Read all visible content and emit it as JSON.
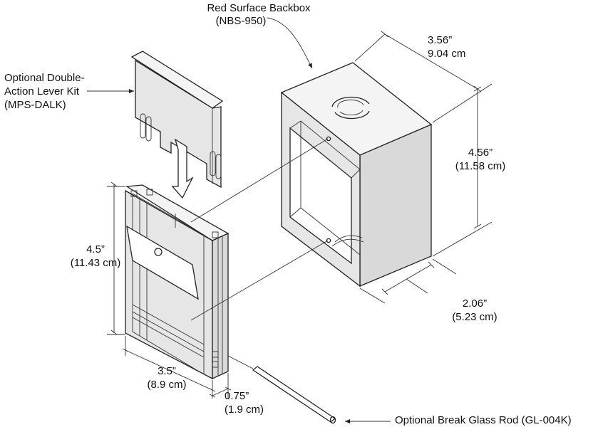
{
  "labels": {
    "backbox_name": "Red Surface Backbox",
    "backbox_model": "(NBS-950)",
    "lever_line1": "Optional Double-",
    "lever_line2": "Action Lever Kit",
    "lever_line3": "(MPS-DALK)",
    "rod": "Optional Break Glass Rod (GL-004K)"
  },
  "dimensions": {
    "box_width_in": "3.56”",
    "box_width_cm": "9.04 cm",
    "box_height_in": "4.56”",
    "box_height_cm": "(11.58 cm)",
    "box_depth_in": "2.06”",
    "box_depth_cm": "(5.23 cm)",
    "station_height_in": "4.5”",
    "station_height_cm": "(11.43 cm)",
    "station_width_in": "3.5”",
    "station_width_cm": "(8.9 cm)",
    "station_depth_in": "0.75”",
    "station_depth_cm": "(1.9 cm)"
  }
}
